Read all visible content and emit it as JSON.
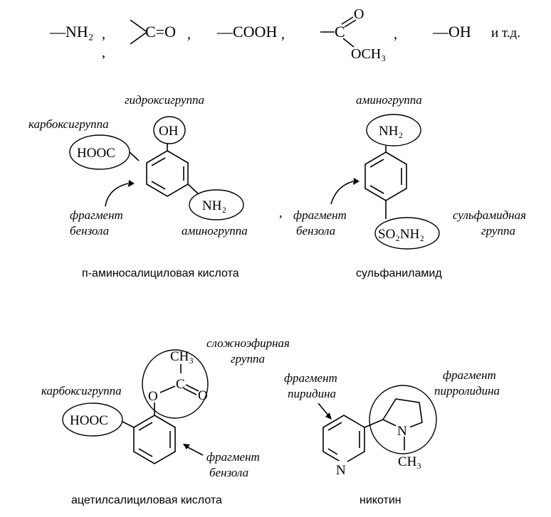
{
  "functional_groups": {
    "nh2": "—NH₂",
    "co": "C=O",
    "cooh": "—COOH",
    "ester_o": "O",
    "ester_c": "C",
    "ester_och3": "OCH₃",
    "oh": "—OH",
    "etc": "и т.д.",
    "sep": ","
  },
  "pas": {
    "lbl_hydroxy": "гидроксигруппа",
    "lbl_carboxy": "карбоксигруппа",
    "lbl_benzene1": "фрагмент",
    "lbl_benzene2": "бензола",
    "lbl_amino": "аминогруппа",
    "oh": "OH",
    "hooc": "HOOC",
    "nh2": "NH₂",
    "name": "п-аминосалициловая кислота"
  },
  "sulf": {
    "lbl_amino": "аминогруппа",
    "lbl_benzene1": "фрагмент",
    "lbl_benzene2": "бензола",
    "lbl_sulf1": "сульфамидная",
    "lbl_sulf2": "группа",
    "nh2": "NH₂",
    "so2nh2": "SO₂NH₂",
    "name": "сульфаниламид"
  },
  "asa": {
    "lbl_ester1": "сложноэфирная",
    "lbl_ester2": "группа",
    "lbl_carboxy": "карбоксигруппа",
    "lbl_benzene1": "фрагмент",
    "lbl_benzene2": "бензола",
    "ch3": "CH₃",
    "c": "C",
    "o1": "O",
    "o2": "O",
    "hooc": "HOOC",
    "name": "ацетилсалициловая кислота"
  },
  "nic": {
    "lbl_pyr1": "фрагмент",
    "lbl_pyr2": "пиридина",
    "lbl_pyrr1": "фрагмент",
    "lbl_pyrr2": "пирролидина",
    "n_ring": "N",
    "n_pyrr": "N",
    "ch3": "CH₃",
    "name": "никотин"
  },
  "misc": {
    "comma_mid": ","
  }
}
